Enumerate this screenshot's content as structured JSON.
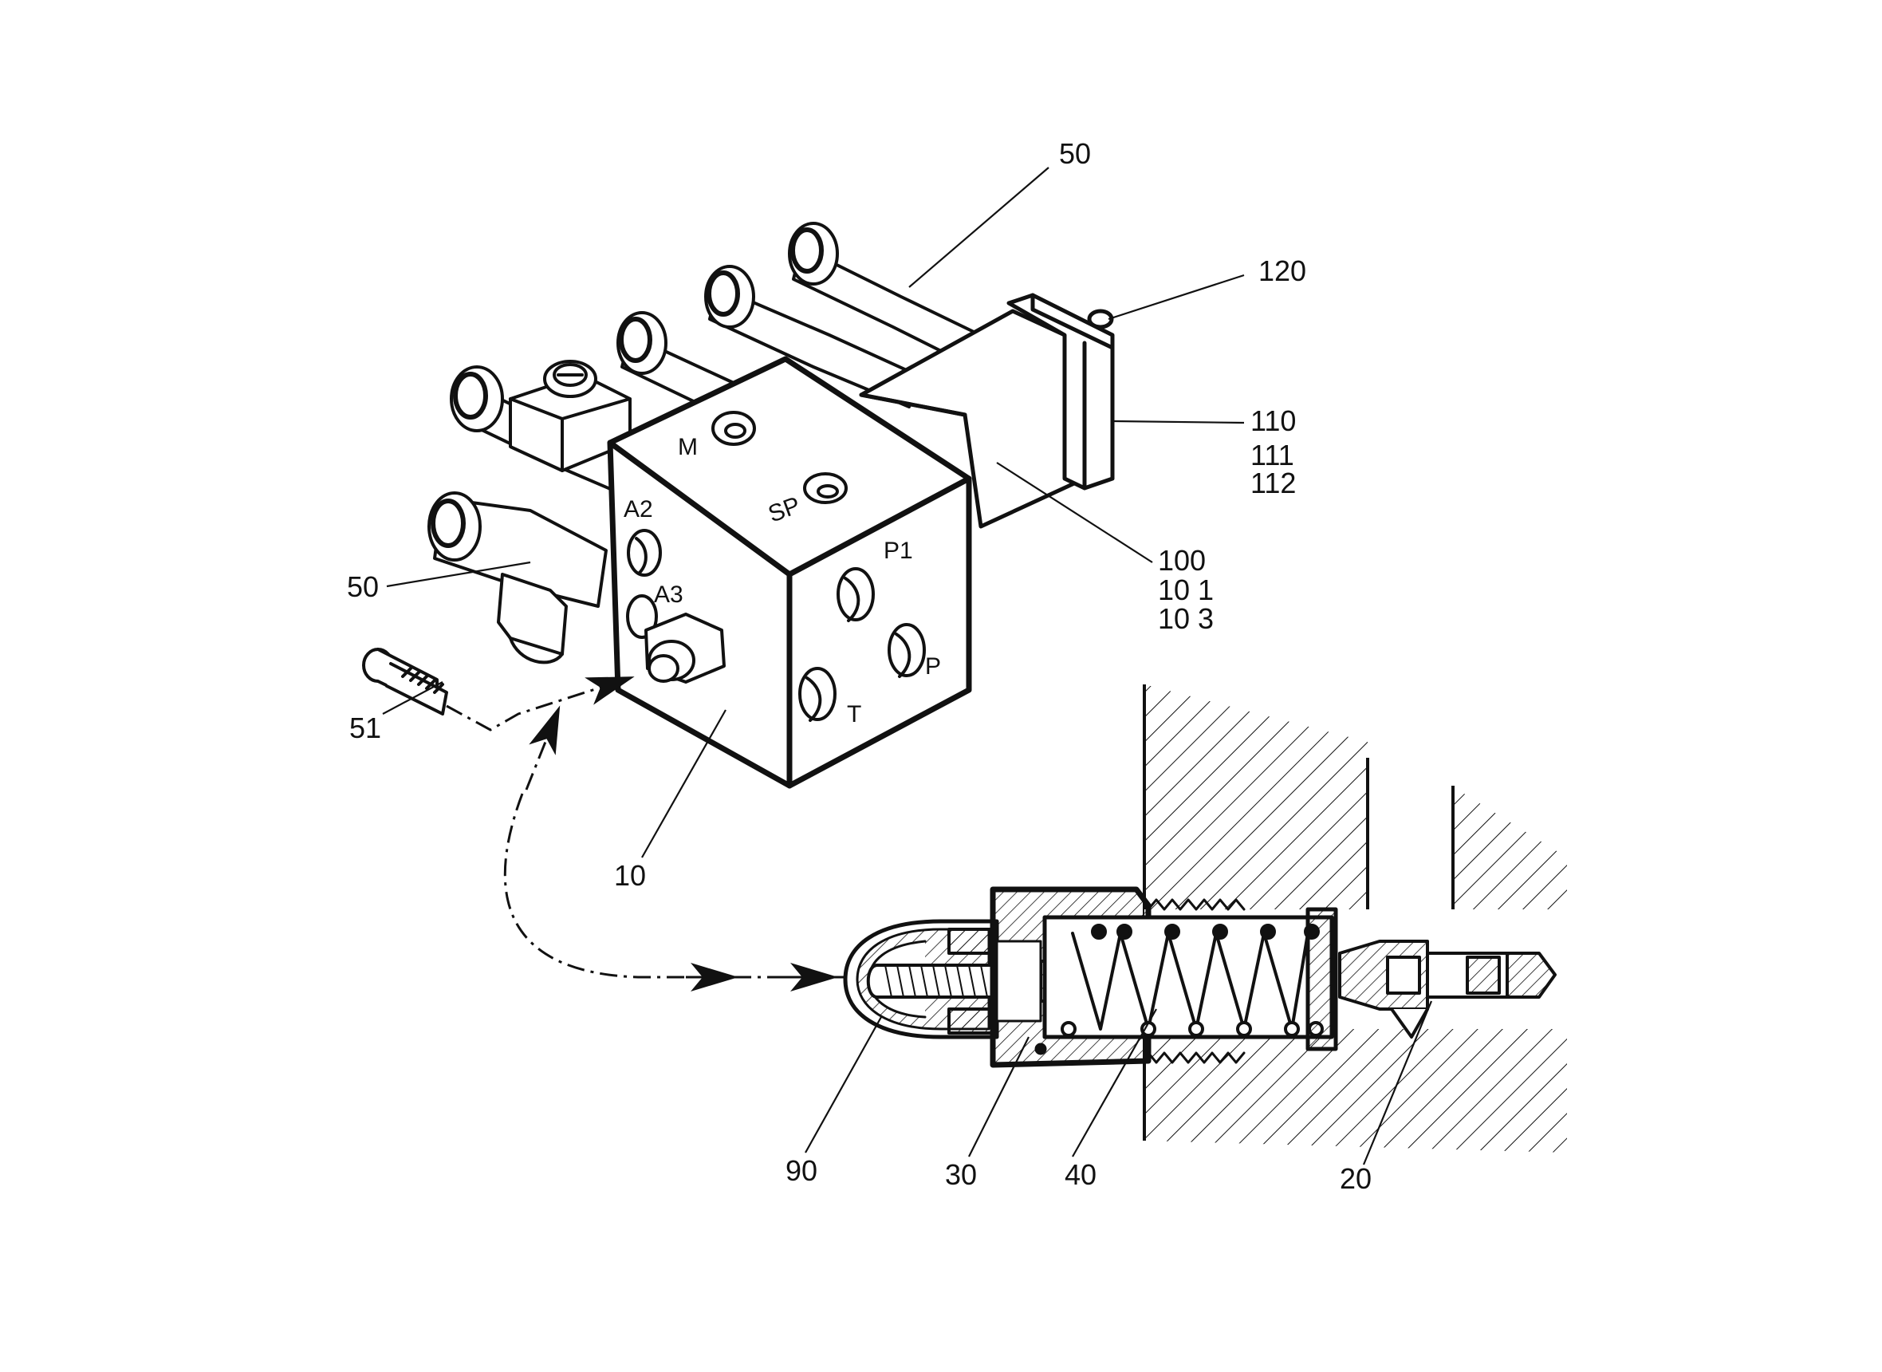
{
  "figure": {
    "callouts": {
      "c50_top": "50",
      "c120": "120",
      "c110": "110",
      "c111": "111",
      "c112": "112",
      "c100": "100",
      "c101": "10 1",
      "c103": "10 3",
      "c50_left": "50",
      "c51": "51",
      "c10": "10",
      "c90": "90",
      "c30": "30",
      "c40": "40",
      "c20": "20"
    },
    "ports": {
      "m": "M",
      "sp": "SP",
      "a2": "A2",
      "a3": "A3",
      "p1": "P1",
      "p": "P",
      "t": "T"
    }
  }
}
